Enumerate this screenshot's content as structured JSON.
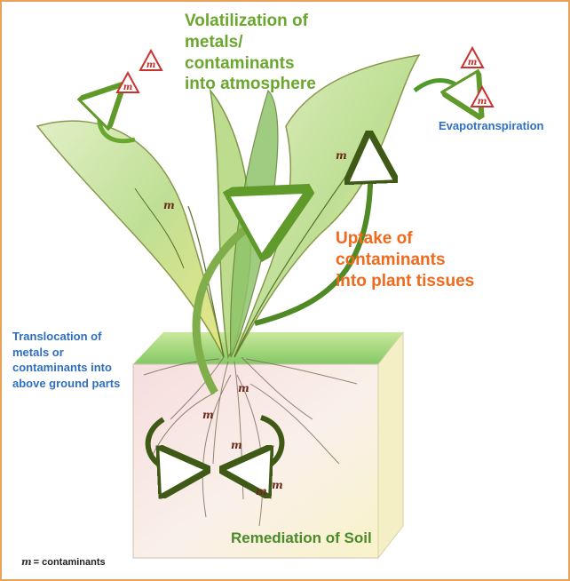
{
  "labels": {
    "volatilization": "Volatilization of\nmetals/\ncontaminants\ninto atmosphere",
    "evapotranspiration": "Evapotranspiration",
    "uptake": "Uptake of\ncontaminants\ninto plant tissues",
    "translocation": "Translocation of\nmetals or\ncontaminants into\nabove ground parts",
    "remediation": "Remediation of Soil"
  },
  "legend": {
    "symbol": "m",
    "text": "= contaminants"
  },
  "marker_text": "m",
  "colors": {
    "frame": "#e8a25a",
    "volatilization": "#6aa72e",
    "evapotranspiration": "#2f6fc0",
    "uptake": "#f06a1d",
    "translocation": "#2f6fc0",
    "remediation": "#4a8a2a",
    "contaminant_mark": "#6b2a1a",
    "triangle": "#c8322f"
  }
}
